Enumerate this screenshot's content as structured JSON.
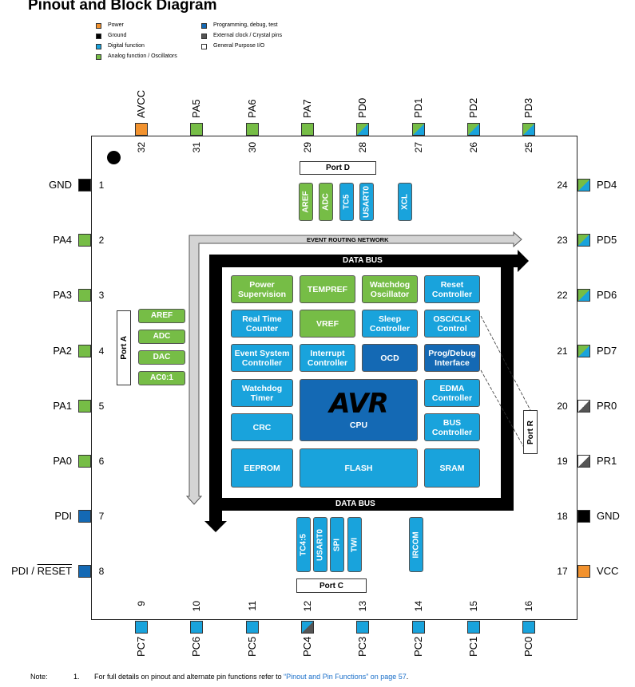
{
  "title": "Pinout and Block Diagram",
  "legend": [
    {
      "label": "Power",
      "color": "#f2922e"
    },
    {
      "label": "Ground",
      "color": "#000000"
    },
    {
      "label": "Digital function",
      "color": "#19a3dc"
    },
    {
      "label": "Analog function / Oscillators",
      "color": "#76bd46"
    },
    {
      "label": "Programming, debug, test",
      "color": "#1469b4"
    },
    {
      "label": "External clock / Crystal pins",
      "color": "#555555"
    },
    {
      "label": "General Purpose I/O",
      "color": "#ffffff"
    }
  ],
  "pins_top": [
    {
      "num": "32",
      "name": "AVCC",
      "fill": "power"
    },
    {
      "num": "31",
      "name": "PA5",
      "fill": "analog"
    },
    {
      "num": "30",
      "name": "PA6",
      "fill": "analog"
    },
    {
      "num": "29",
      "name": "PA7",
      "fill": "analog"
    },
    {
      "num": "28",
      "name": "PD0",
      "fill": "digital-analog"
    },
    {
      "num": "27",
      "name": "PD1",
      "fill": "digital-analog"
    },
    {
      "num": "26",
      "name": "PD2",
      "fill": "digital-analog"
    },
    {
      "num": "25",
      "name": "PD3",
      "fill": "digital-analog"
    }
  ],
  "pins_left": [
    {
      "num": "1",
      "name": "GND",
      "fill": "ground"
    },
    {
      "num": "2",
      "name": "PA4",
      "fill": "analog"
    },
    {
      "num": "3",
      "name": "PA3",
      "fill": "analog"
    },
    {
      "num": "4",
      "name": "PA2",
      "fill": "analog"
    },
    {
      "num": "5",
      "name": "PA1",
      "fill": "analog"
    },
    {
      "num": "6",
      "name": "PA0",
      "fill": "analog"
    },
    {
      "num": "7",
      "name": "PDI",
      "fill": "prog"
    },
    {
      "num": "8",
      "name": "PDI / ",
      "overline": "RESET",
      "fill": "prog"
    }
  ],
  "pins_right": [
    {
      "num": "24",
      "name": "PD4",
      "fill": "digital-analog"
    },
    {
      "num": "23",
      "name": "PD5",
      "fill": "digital-analog"
    },
    {
      "num": "22",
      "name": "PD6",
      "fill": "digital-analog"
    },
    {
      "num": "21",
      "name": "PD7",
      "fill": "digital-analog"
    },
    {
      "num": "20",
      "name": "PR0",
      "fill": "xtal"
    },
    {
      "num": "19",
      "name": "PR1",
      "fill": "xtal"
    },
    {
      "num": "18",
      "name": "GND",
      "fill": "ground"
    },
    {
      "num": "17",
      "name": "VCC",
      "fill": "power"
    }
  ],
  "pins_bottom": [
    {
      "num": "9",
      "name": "PC7",
      "fill": "digital"
    },
    {
      "num": "10",
      "name": "PC6",
      "fill": "digital"
    },
    {
      "num": "11",
      "name": "PC5",
      "fill": "digital"
    },
    {
      "num": "12",
      "name": "PC4",
      "fill": "digital-xtal"
    },
    {
      "num": "13",
      "name": "PC3",
      "fill": "digital"
    },
    {
      "num": "14",
      "name": "PC2",
      "fill": "digital"
    },
    {
      "num": "15",
      "name": "PC1",
      "fill": "digital"
    },
    {
      "num": "16",
      "name": "PC0",
      "fill": "digital"
    }
  ],
  "ports": {
    "d": "Port D",
    "a": "Port A",
    "c": "Port C",
    "r": "Port R"
  },
  "port_d_signals": [
    "AREF",
    "ADC",
    "TC5",
    "USART0",
    "XCL"
  ],
  "port_a_signals": [
    "AREF",
    "ADC",
    "DAC",
    "AC0:1"
  ],
  "port_c_signals": [
    "TC4:5",
    "USART0",
    "SPI",
    "TWI",
    "IRCOM"
  ],
  "event_network": "EVENT ROUTING NETWORK",
  "data_bus_top": "DATA BUS",
  "data_bus_bottom": "DATA BUS",
  "blocks": {
    "power_supervision": "Power Supervision",
    "tempref": "TEMPREF",
    "watchdog_osc": "Watchdog Oscillator",
    "reset_controller": "Reset Controller",
    "rtc": "Real Time Counter",
    "vref": "VREF",
    "sleep_controller": "Sleep Controller",
    "osc_clk": "OSC/CLK Control",
    "event_system": "Event System Controller",
    "interrupt": "Interrupt Controller",
    "ocd": "OCD",
    "prog_debug": "Prog/Debug Interface",
    "watchdog_timer": "Watchdog Timer",
    "avr_logo": "AVR",
    "cpu": "CPU",
    "edma": "EDMA Controller",
    "crc": "CRC",
    "bus_controller": "BUS Controller",
    "eeprom": "EEPROM",
    "flash": "FLASH",
    "sram": "SRAM"
  },
  "note": {
    "label": "Note:",
    "num": "1.",
    "text": "For full details on pinout and alternate pin functions refer to ",
    "link": "“Pinout and Pin Functions” on page 57",
    "end": "."
  },
  "colors": {
    "power": "#f2922e",
    "ground": "#000000",
    "digital": "#19a3dc",
    "analog": "#76bd46",
    "prog": "#1469b4",
    "xtal": "#555555",
    "gpio": "#ffffff"
  }
}
